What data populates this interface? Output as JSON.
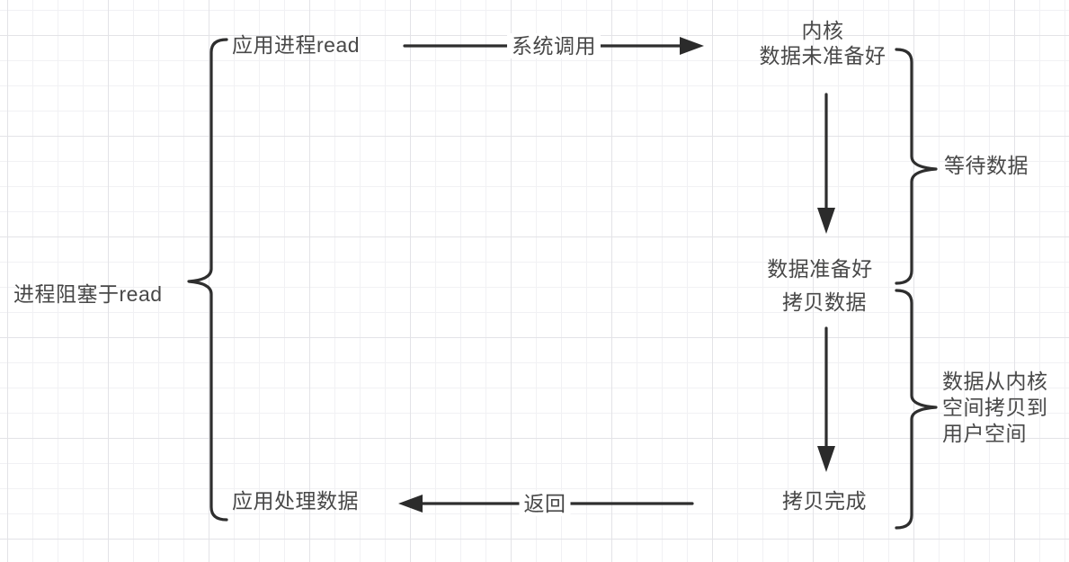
{
  "diagram": {
    "left_column": {
      "top_step": "应用进程read",
      "bottom_step": "应用处理数据",
      "brace_label": "进程阻塞于read"
    },
    "arrows": {
      "syscall_label": "系统调用",
      "return_label": "返回"
    },
    "kernel_column": {
      "header": [
        "内核",
        "数据未准备好"
      ],
      "data_ready": "数据准备好",
      "copy_start": "拷贝数据",
      "copy_done": "拷贝完成"
    },
    "right_braces": {
      "wait_label": "等待数据",
      "copy_label": [
        "数据从内核",
        "空间拷贝到",
        "用户空间"
      ]
    },
    "colors": {
      "background": "#ffffff",
      "grid_minor": "#f1f1f4",
      "grid_major": "#e3e3e7",
      "stroke": "#2e2e2e",
      "text": "#484848"
    }
  }
}
